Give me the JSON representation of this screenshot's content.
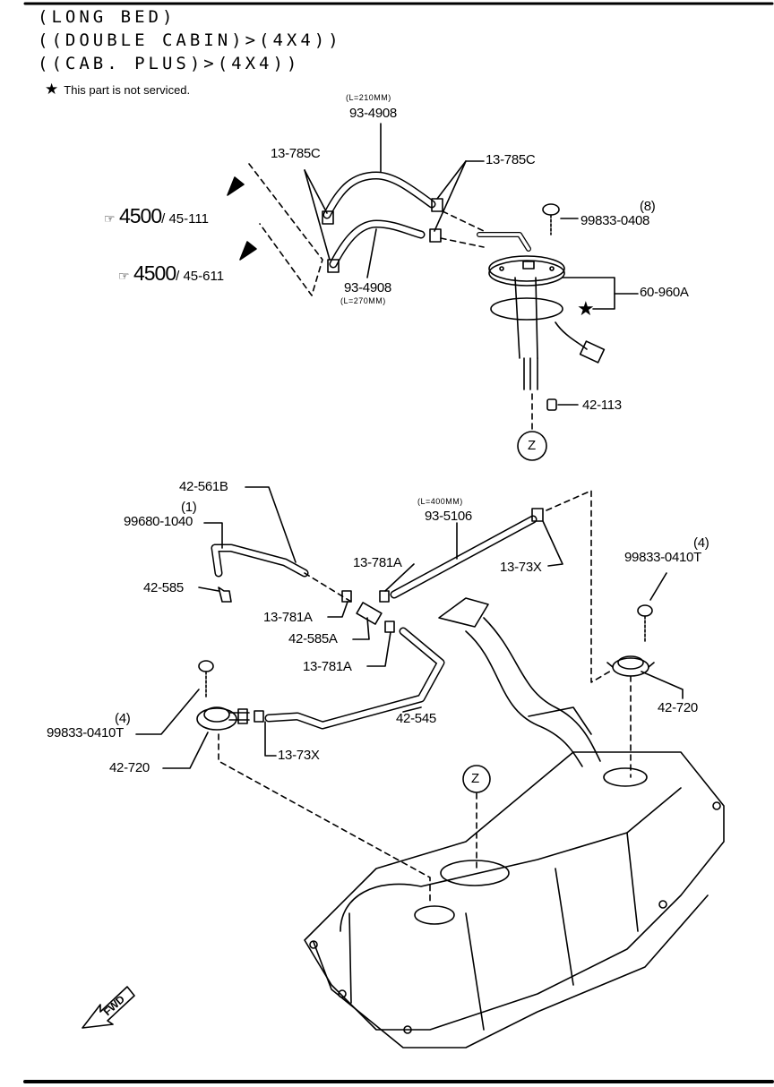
{
  "header": {
    "line1": "(LONG BED)",
    "line2": "((DOUBLE CABIN)>(4X4))",
    "line3": "((CAB. PLUS)>(4X4))",
    "note_symbol": "★",
    "note": "This part is not serviced."
  },
  "refs": [
    {
      "main": "4500",
      "sub": "/ 45-111"
    },
    {
      "main": "4500",
      "sub": "/ 45-611"
    }
  ],
  "labels": {
    "hose_top_dim": "(L=210MM)",
    "hose_top": "93-4908",
    "clamp_left": "13-785C",
    "clamp_right": "13-785C",
    "hose_bottom": "93-4908",
    "hose_bottom_dim": "(L=270MM)",
    "screw_qty": "(8)",
    "screw": "99833-0408",
    "sender": "60-960A",
    "sender_star": "★",
    "filter": "42-113",
    "callout_z_upper": "Z",
    "pipe_561": "42-561B",
    "bolt_qty_left": "(1)",
    "bolt_left": "99680-1040",
    "part_585": "42-585",
    "clamp_781_a": "13-781A",
    "clamp_781_b": "13-781A",
    "joint_585a": "42-585A",
    "clamp_781_c": "13-781A",
    "hose_5106_dim": "(L=400MM)",
    "hose_5106": "93-5106",
    "clamp_73x_top": "13-73X",
    "screw_qty_right": "(4)",
    "screw_right": "99833-0410T",
    "valve_right": "42-720",
    "hose_545": "42-545",
    "screw_qty_left": "(4)",
    "screw_left": "99833-0410T",
    "valve_left": "42-720",
    "clamp_73x_bottom": "13-73X",
    "callout_z_lower": "Z",
    "fwd": "FWD"
  }
}
